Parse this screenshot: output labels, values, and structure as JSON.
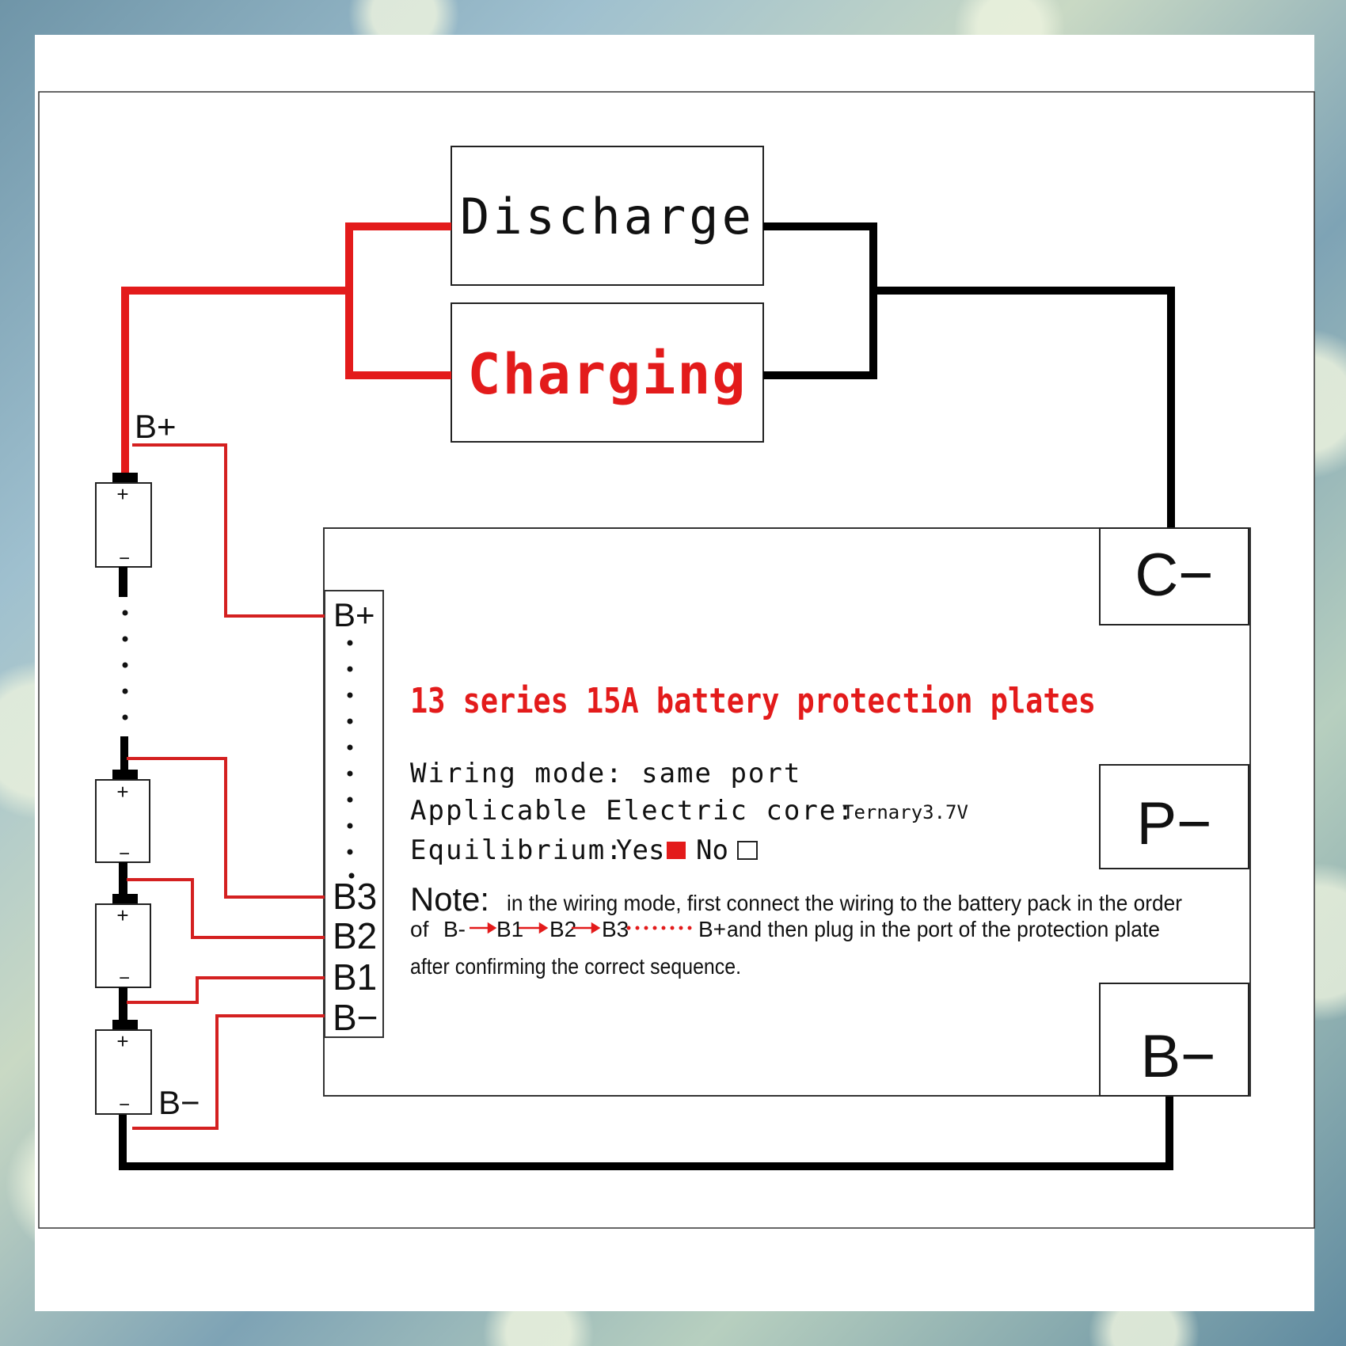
{
  "boxes": {
    "discharge": "Discharge",
    "charging": "Charging"
  },
  "battery_labels": {
    "b_plus": "B+",
    "b_minus": "B−",
    "plus": "+",
    "minus": "−"
  },
  "connector_labels": [
    "B+",
    "B3",
    "B2",
    "B1",
    "B−"
  ],
  "terminals": {
    "c_minus": "C−",
    "p_minus": "P−",
    "b_minus": "B−"
  },
  "info": {
    "title": "13 series 15A battery protection plates",
    "wiring_mode": "Wiring mode: same port",
    "core_label": "Applicable Electric core:",
    "core_value": "Ternary3.7V",
    "equilibrium_label": "Equilibrium:",
    "yes": "Yes",
    "no": "No",
    "note_label": "Note:",
    "note_line1": "in the wiring mode, first connect the wiring to the battery pack in the order",
    "note_of": "of",
    "note_seq": [
      "B-",
      "B1",
      "B2",
      "B3",
      "B+"
    ],
    "note_line2_tail": "and then plug in the port of the protection plate",
    "note_line3": "after confirming the correct sequence."
  },
  "colors": {
    "red": "#e31b1b",
    "black": "#000000",
    "thin_red": "#d42020"
  }
}
